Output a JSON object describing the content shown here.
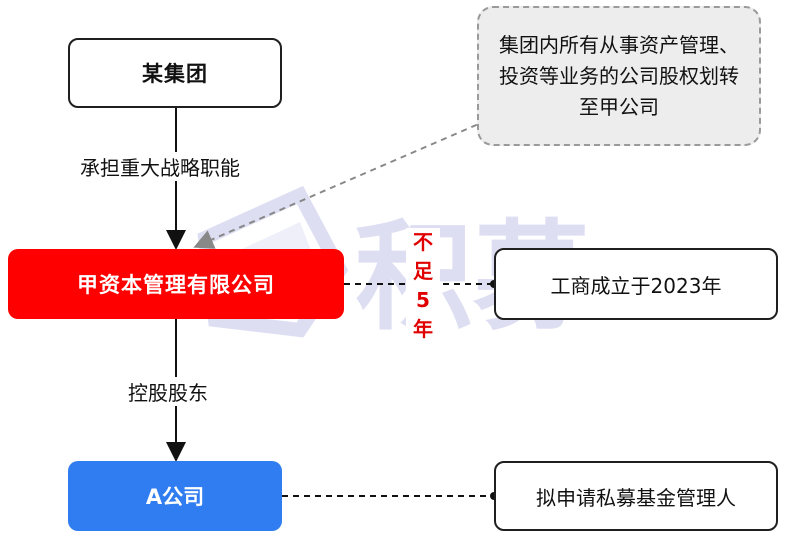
{
  "watermark": {
    "text": "积募"
  },
  "nodes": {
    "group": "某集团",
    "jia_capital": "甲资本管理有限公司",
    "a_company": "A公司",
    "transfer_note": "集团内所有从事资产管理、投资等业务的公司股权划转至甲公司",
    "established": "工商成立于2023年",
    "apply": "拟申请私募基金管理人"
  },
  "edges": {
    "undertake": "承担重大战略职能",
    "controlling": "控股股东"
  },
  "annotation": {
    "chars": [
      "不",
      "足",
      "5",
      "年"
    ]
  },
  "colors": {
    "jia_fill": "#ff0000",
    "a_fill": "#2f7df0",
    "annotation": "#e00000",
    "note_fill": "#ededed"
  }
}
